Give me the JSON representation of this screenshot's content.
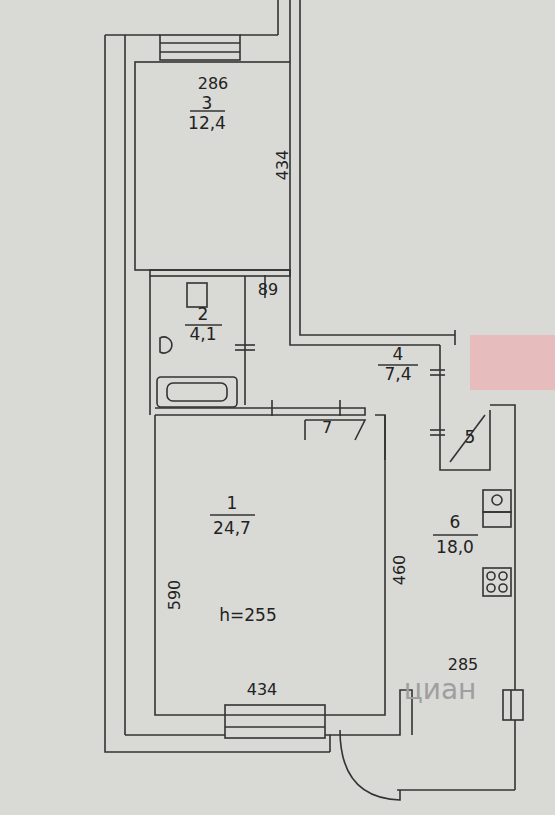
{
  "diagram": {
    "nodes": [
      {
        "text": [
          "3",
          "12,4"
        ]
      },
      {
        "text": [
          "2",
          "4,1"
        ]
      },
      {
        "text": [
          "4",
          "7,4"
        ]
      },
      {
        "text": [
          "1",
          "24,7",
          "h=255"
        ]
      },
      {
        "text": [
          "5"
        ]
      },
      {
        "text": [
          "6",
          "18,0"
        ]
      }
    ],
    "labels": [
      "286",
      "434",
      "89",
      "7",
      "590",
      "460",
      "434",
      "285",
      "циан"
    ]
  }
}
